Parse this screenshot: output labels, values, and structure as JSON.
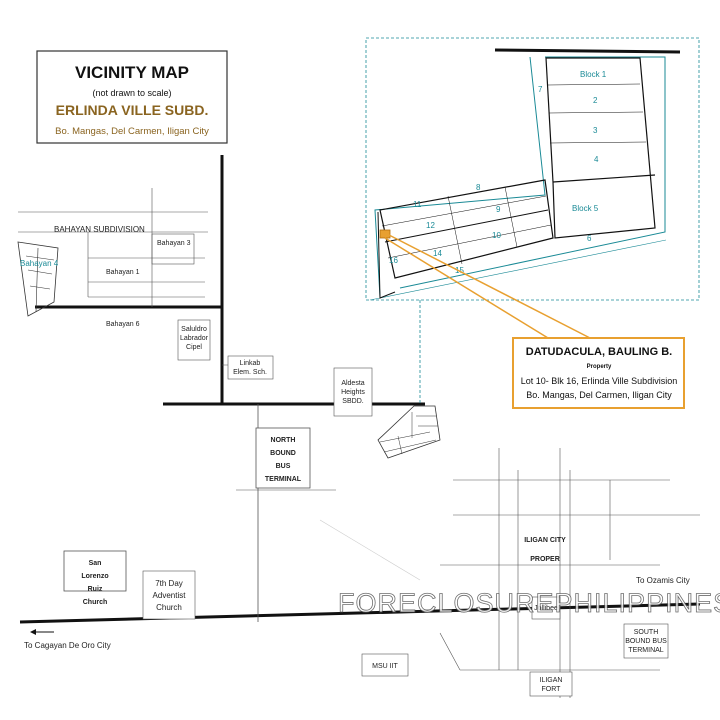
{
  "title_box": {
    "title": "VICINITY MAP",
    "note": "(not drawn to scale)",
    "subdivision": "ERLINDA VILLE SUBD.",
    "address": "Bo. Mangas, Del Carmen, Iligan City"
  },
  "property_box": {
    "owner": "DATUDACULA, BAULING B.",
    "tag": "Property",
    "lot": "Lot 10- Blk 16, Erlinda Ville Subdivision",
    "address": "Bo. Mangas, Del Carmen, Iligan City"
  },
  "inset": {
    "block1": "Block 1",
    "block5": "Block 5",
    "n7": "7",
    "n2": "2",
    "n3": "3",
    "n4": "4",
    "n6": "6",
    "n8": "8",
    "n11": "11",
    "n9": "9",
    "n12": "12",
    "n10": "10",
    "n14": "14",
    "n16": "16",
    "n15": "15"
  },
  "places": {
    "bahayan_subdivision": "BAHAYAN SUBDIVISION",
    "bahayan_4": "Bahayan 4",
    "bahayan_3": "Bahayan 3",
    "bahayan_1": "Bahayan 1",
    "bahayan_6": "Bahayan 6",
    "chapel_1": "Saluldro",
    "chapel_2": "Labrador",
    "chapel_3": "Cipel",
    "school_1": "Linkab",
    "school_2": "Elem. Sch.",
    "aldesta_1": "Aldesta",
    "aldesta_2": "Heights",
    "aldesta_3": "SBDD.",
    "nbt_1": "NORTH",
    "nbt_2": "BOUND",
    "nbt_3": "BUS",
    "nbt_4": "TERMINAL",
    "church_1": "San",
    "church_2": "Lorenzo",
    "church_3": "Ruiz",
    "church_4": "Church",
    "adventist_1": "7th Day",
    "adventist_2": "Adventist",
    "adventist_3": "Church",
    "iligan_1": "ILIGAN CITY",
    "iligan_2": "PROPER",
    "jollibee": "Jollibee",
    "msu": "MSU IIT",
    "fort_1": "ILIGAN",
    "fort_2": "FORT",
    "sbt_1": "SOUTH",
    "sbt_2": "BOUND BUS",
    "sbt_3": "TERMINAL",
    "to_ozamis": "To Ozamis City",
    "to_cdo": "To Cagayan De Oro City"
  },
  "watermark": "FORECLOSUREPHILIPPINES.COM",
  "colors": {
    "subd_brown": "#8a6420",
    "teal": "#1a8a96",
    "orange": "#e8a030",
    "road": "#111111"
  }
}
